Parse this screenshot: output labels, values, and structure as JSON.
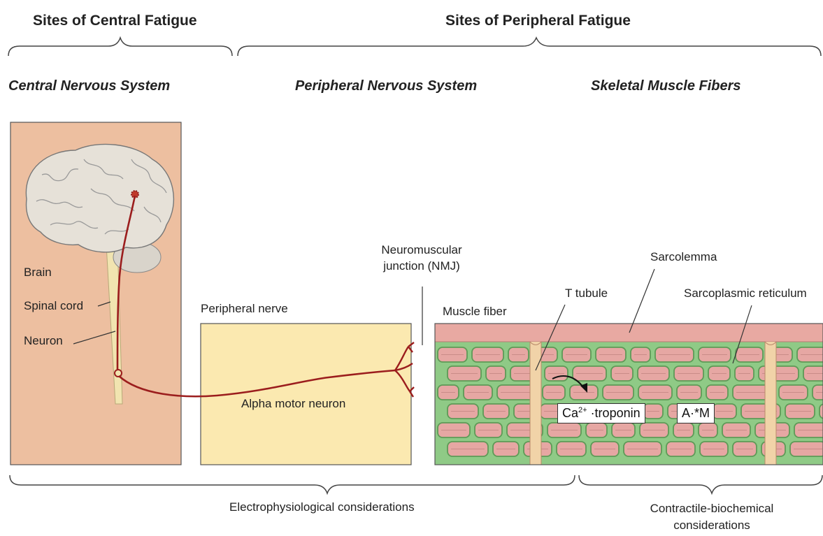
{
  "headers": {
    "central_fatigue": "Sites of Central Fatigue",
    "peripheral_fatigue": "Sites of Peripheral Fatigue"
  },
  "regions": {
    "cns": "Central Nervous System",
    "pns": "Peripheral Nervous System",
    "muscle": "Skeletal Muscle Fibers"
  },
  "cns_labels": {
    "brain": "Brain",
    "spinal_cord": "Spinal cord",
    "neuron": "Neuron"
  },
  "pns_labels": {
    "peripheral_nerve": "Peripheral nerve",
    "alpha_motor_neuron": "Alpha motor neuron",
    "nmj_line1": "Neuromuscular",
    "nmj_line2": "junction (NMJ)"
  },
  "muscle_labels": {
    "muscle_fiber": "Muscle fiber",
    "sarcolemma": "Sarcolemma",
    "t_tubule": "T tubule",
    "sarcoplasmic_reticulum": "Sarcoplasmic reticulum",
    "ca_prefix": "Ca",
    "ca_superscript": "2+",
    "troponin_suffix": " ·troponin",
    "actomyosin": "A·*M"
  },
  "bottom": {
    "electrophysiological": "Electrophysiological considerations",
    "contractile_line1": "Contractile-biochemical",
    "contractile_line2": "considerations"
  },
  "colors": {
    "cns_bg": "#edbfa0",
    "pns_bg": "#fbe9b0",
    "muscle_green": "#8fca86",
    "muscle_dark_green": "#5e9a57",
    "sarcolemma": "#e8a9a2",
    "myofibril": "#e6a7a3",
    "nerve": "#9b1d1d",
    "brain": "#e6e1d8",
    "spinal_cord": "#f1e4b0"
  }
}
